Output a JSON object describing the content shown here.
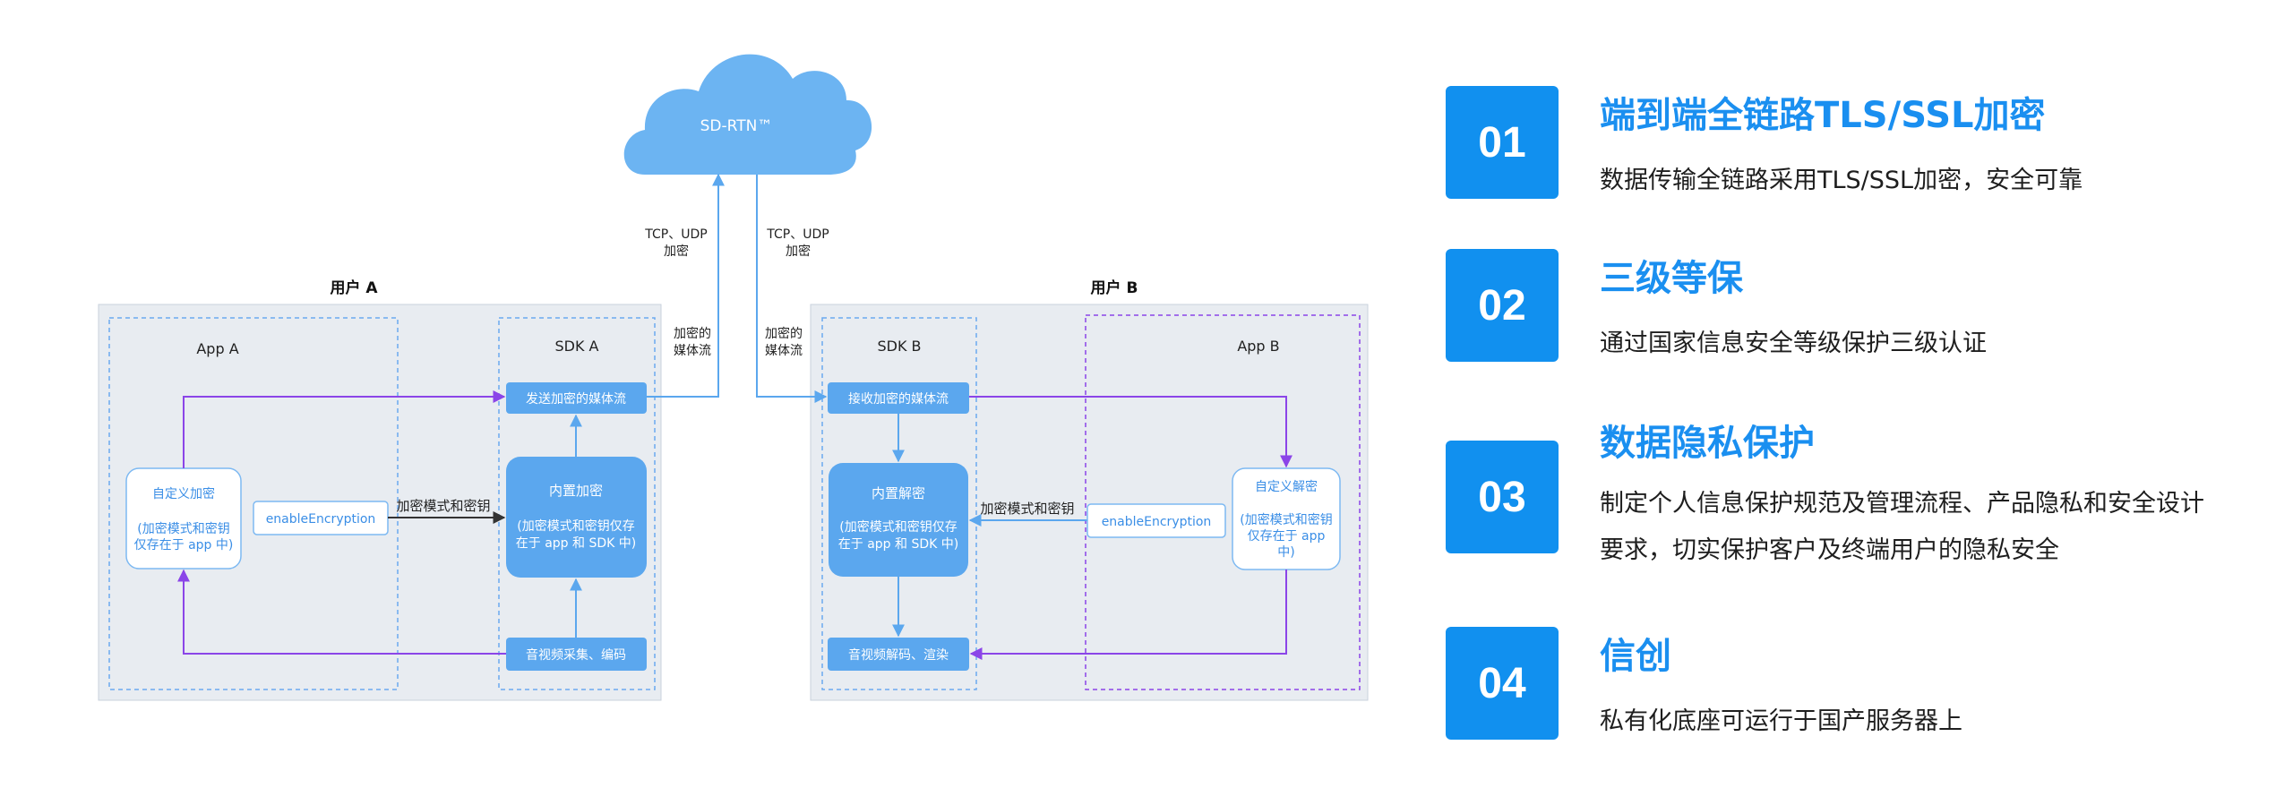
{
  "diagram": {
    "cloud_label": "SD-RTN™",
    "link_left": [
      "TCP、UDP",
      "加密"
    ],
    "link_right": [
      "TCP、UDP",
      "加密"
    ],
    "stream_left": [
      "加密的",
      "媒体流"
    ],
    "stream_right": [
      "加密的",
      "媒体流"
    ],
    "user_a": {
      "title": "用户 A",
      "app_label": "App A",
      "sdk_label": "SDK A",
      "custom_box": [
        "自定义加密",
        "",
        "(加密模式和密钥",
        "仅存在于 app 中)"
      ],
      "enable_label": "enableEncryption",
      "key_label": "加密模式和密钥",
      "builtin_box": [
        "内置加密",
        "",
        "(加密模式和密钥仅存",
        "在于 app 和 SDK 中)"
      ],
      "send_label": "发送加密的媒体流",
      "capture_label": "音视频采集、编码"
    },
    "user_b": {
      "title": "用户 B",
      "sdk_label": "SDK B",
      "app_label": "App B",
      "recv_label": "接收加密的媒体流",
      "builtin_box": [
        "内置解密",
        "",
        "(加密模式和密钥仅存",
        "在于 app 和 SDK 中)"
      ],
      "key_label": "加密模式和密钥",
      "enable_label": "enableEncryption",
      "custom_box": [
        "自定义解密",
        "",
        "(加密模式和密钥",
        "仅存在于 app",
        "中)"
      ],
      "decode_label": "音视频解码、渲染"
    }
  },
  "features": [
    {
      "num": "01",
      "title": "端到端全链路TLS/SSL加密",
      "desc": "数据传输全链路采用TLS/SSL加密，安全可靠"
    },
    {
      "num": "02",
      "title": "三级等保",
      "desc": "通过国家信息安全等级保护三级认证"
    },
    {
      "num": "03",
      "title": "数据隐私保护",
      "desc": "制定个人信息保护规范及管理流程、产品隐私和安全设计要求，切实保护客户及终端用户的隐私安全"
    },
    {
      "num": "04",
      "title": "信创",
      "desc": "私有化底座可运行于国产服务器上"
    }
  ],
  "colors": {
    "accent": "#1190ef",
    "box": "#5ba7ee",
    "purple": "#8b45e8",
    "panel": "#e8ecf1"
  }
}
